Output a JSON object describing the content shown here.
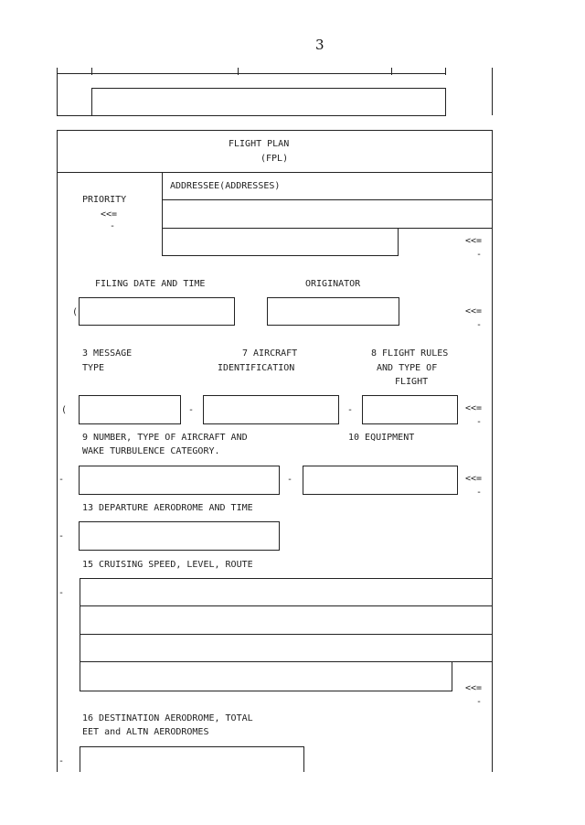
{
  "page": {
    "number": "3"
  },
  "header": {
    "title": "FLIGHT PLAN",
    "subtitle": "(FPL)"
  },
  "priority": {
    "label": "PRIORITY",
    "marker": "<<=",
    "dash": "-"
  },
  "addressee": {
    "label": "ADDRESSEE(ADDRESSES)"
  },
  "end_marker": {
    "symbol": "<<=",
    "dash": "-"
  },
  "filing": {
    "date_label": "FILING DATE AND TIME",
    "originator_label": "ORIGINATOR",
    "open_paren": "("
  },
  "field3": {
    "line1": "3 MESSAGE",
    "line2": "TYPE"
  },
  "field7": {
    "line1": "7 AIRCRAFT",
    "line2": "IDENTIFICATION"
  },
  "field8": {
    "line1": "8 FLIGHT RULES",
    "line2": "AND TYPE OF",
    "line3": "FLIGHT"
  },
  "row3": {
    "open_paren": "(",
    "sep": "-"
  },
  "field9": {
    "line1": "9 NUMBER, TYPE OF AIRCRAFT AND",
    "line2": "WAKE TURBULENCE CATEGORY."
  },
  "field10": {
    "label": "10 EQUIPMENT"
  },
  "field13": {
    "label": "13 DEPARTURE AERODROME AND TIME"
  },
  "field15": {
    "label": "15 CRUISING SPEED, LEVEL, ROUTE"
  },
  "field16": {
    "line1": "16 DESTINATION AERODROME, TOTAL",
    "line2": "EET and ALTN AERODROMES"
  },
  "sep_dash": "-"
}
